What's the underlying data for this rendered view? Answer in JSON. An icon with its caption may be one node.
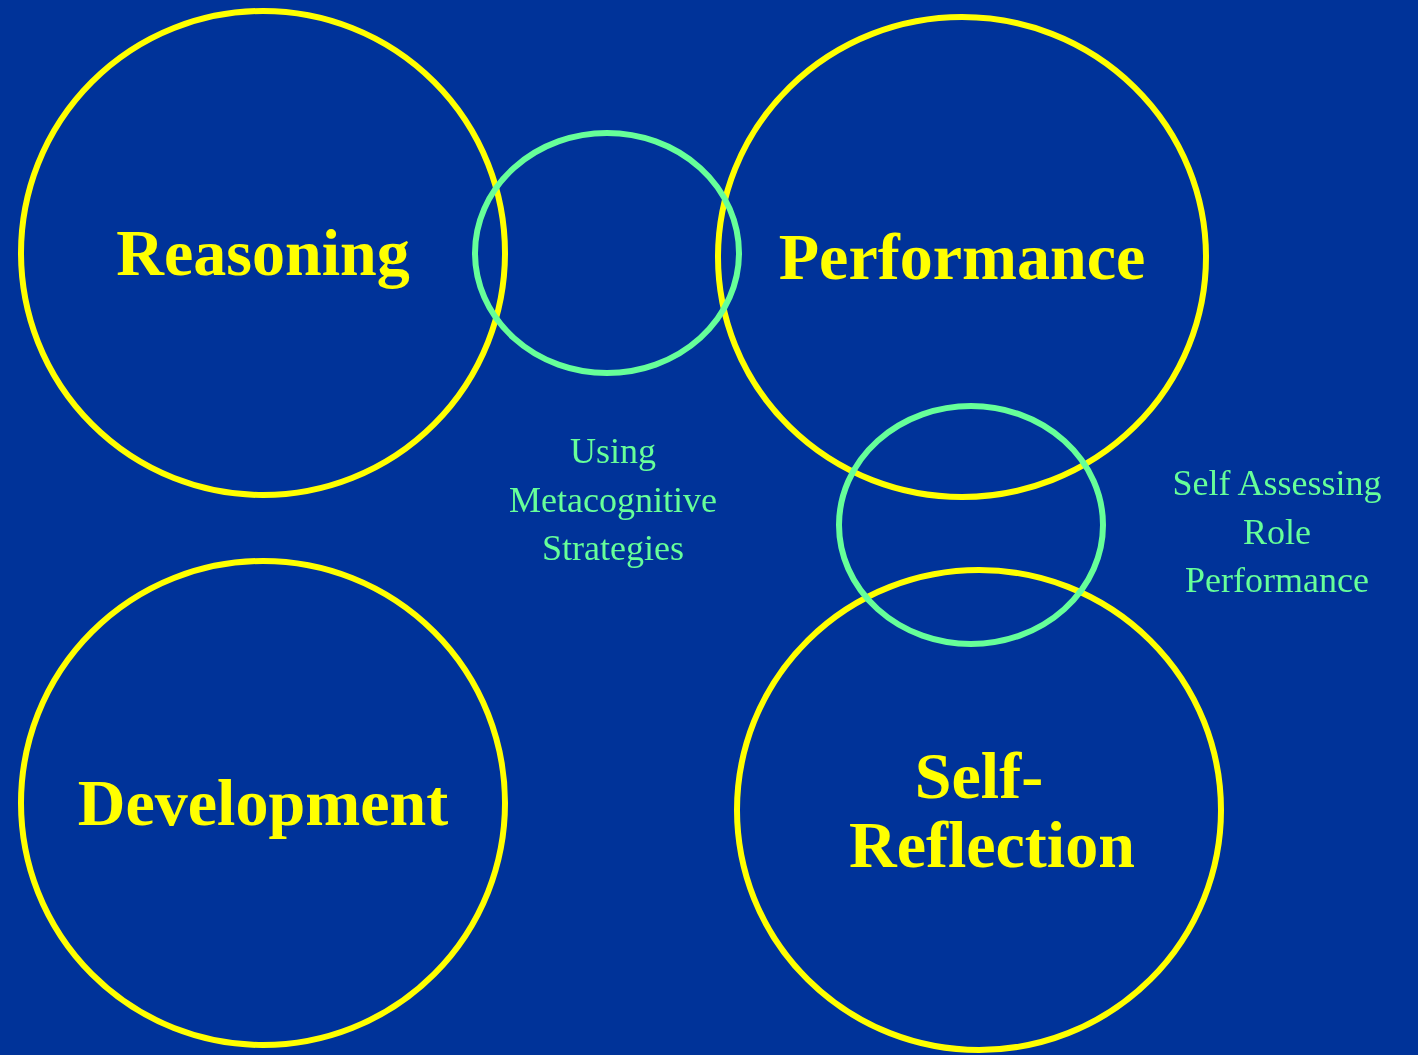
{
  "diagram": {
    "nodes": [
      {
        "text": [
          "Reasoning"
        ]
      },
      {
        "text": [],
        "shape": "circle"
      },
      {
        "text": [
          "Performance"
        ]
      },
      {
        "text": [],
        "shape": "circle"
      },
      {
        "text": [
          "Development"
        ]
      },
      {
        "text": [
          "Self-Reflection"
        ]
      }
    ],
    "labels": [
      "Using Metacognitive Strategies",
      "Self Assessing Role Performance"
    ]
  }
}
